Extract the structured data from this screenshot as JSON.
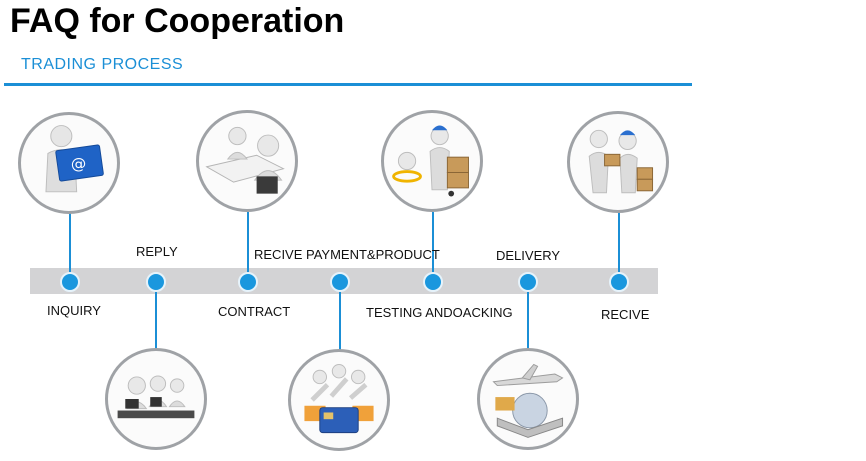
{
  "header": {
    "title": "FAQ for Cooperation",
    "subtitle": "TRADING PROCESS"
  },
  "steps": [
    {
      "label": "INQUIRY",
      "icon": "email-envelope-icon"
    },
    {
      "label": "REPLY",
      "icon": "call-center-icon"
    },
    {
      "label": "CONTRACT",
      "icon": "meeting-table-icon"
    },
    {
      "label": "RECIVE PAYMENT&PRODUCT",
      "icon": "payment-card-icon"
    },
    {
      "label": "TESTING ANDOACKING",
      "icon": "delivery-worker-icon"
    },
    {
      "label": "DELIVERY",
      "icon": "airplane-globe-icon"
    },
    {
      "label": "RECIVE",
      "icon": "package-handover-icon"
    }
  ],
  "colors": {
    "accent": "#1b8fd6",
    "timeline": "#d3d3d5",
    "dot": "#1a97de"
  }
}
